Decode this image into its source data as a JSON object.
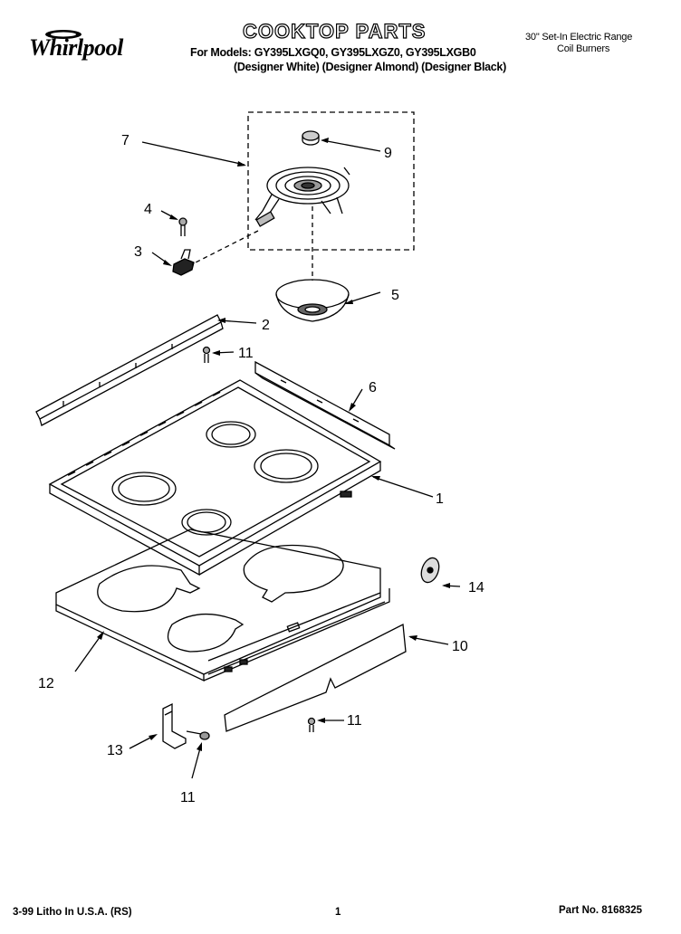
{
  "header": {
    "brand": "Whirlpool",
    "title": "COOKTOP PARTS",
    "models_line": "For Models: GY395LXGQ0, GY395LXGZ0, GY395LXGB0",
    "colors_line": "(Designer White) (Designer Almond) (Designer Black)",
    "product_line1": "30\" Set-In Electric Range",
    "product_line2": "Coil Burners"
  },
  "callouts": [
    {
      "num": "1",
      "part": "cooktop"
    },
    {
      "num": "2",
      "part": "front-trim"
    },
    {
      "num": "3",
      "part": "terminal-block"
    },
    {
      "num": "4",
      "part": "screw"
    },
    {
      "num": "5",
      "part": "drip-bowl"
    },
    {
      "num": "6",
      "part": "rear-trim"
    },
    {
      "num": "7",
      "part": "coil-element-assembly"
    },
    {
      "num": "9",
      "part": "knob-cap"
    },
    {
      "num": "10",
      "part": "control-panel-trim"
    },
    {
      "num": "11",
      "part": "screw-a"
    },
    {
      "num": "11",
      "part": "screw-b"
    },
    {
      "num": "11",
      "part": "screw-c"
    },
    {
      "num": "12",
      "part": "burner-box"
    },
    {
      "num": "13",
      "part": "hinge-bracket"
    },
    {
      "num": "14",
      "part": "grommet"
    }
  ],
  "footer": {
    "litho": "3-99 Litho In U.S.A. (RS)",
    "page": "1",
    "part_no": "Part No. 8168325"
  },
  "colors": {
    "ink": "#000000",
    "paper": "#ffffff"
  }
}
